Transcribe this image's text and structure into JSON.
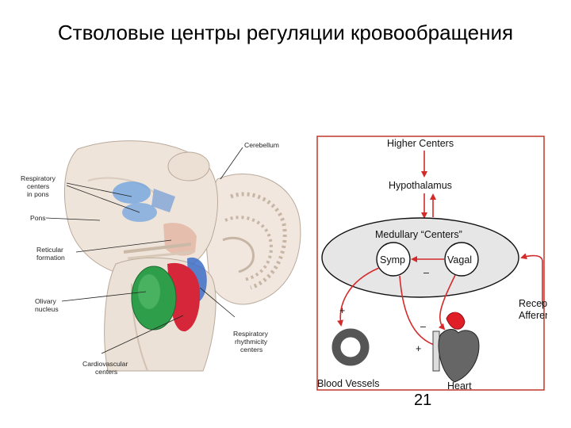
{
  "title": "Стволовые центры регуляции кровообращения",
  "page_number": "21",
  "brain_figure": {
    "labels": {
      "cerebellum": "Cerebellum",
      "respiratory_pons_1": "Respiratory",
      "respiratory_pons_2": "centers",
      "respiratory_pons_3": "in pons",
      "pons": "Pons",
      "reticular_1": "Reticular",
      "reticular_2": "formation",
      "olivary_1": "Olivary",
      "olivary_2": "nucleus",
      "cardio_1": "Cardiovascular",
      "cardio_2": "centers",
      "resp_rhythm_1": "Respiratory",
      "resp_rhythm_2": "rhythmicity",
      "resp_rhythm_3": "centers"
    },
    "colors": {
      "respiratory": "#6aa0e0",
      "olivary": "#2e9e4a",
      "cardiovascular": "#d6263a",
      "tissue": "#efe4da"
    }
  },
  "control_diagram": {
    "higher_centers": "Higher Centers",
    "hypothalamus": "Hypothalamus",
    "medullary_centers": "Medullary “Centers”",
    "symp": "Symp",
    "vagal": "Vagal",
    "receptor_1": "Receptor",
    "receptor_2": "Afferents",
    "blood_vessels": "Blood Vessels",
    "heart": "Heart",
    "sign_plus_vessels": "+",
    "sign_minus_vagal": "–",
    "sign_minus_heart": "–",
    "sign_plus_heart": "+",
    "arrow_color": "#d42a2a",
    "border_color": "#c0392b"
  }
}
